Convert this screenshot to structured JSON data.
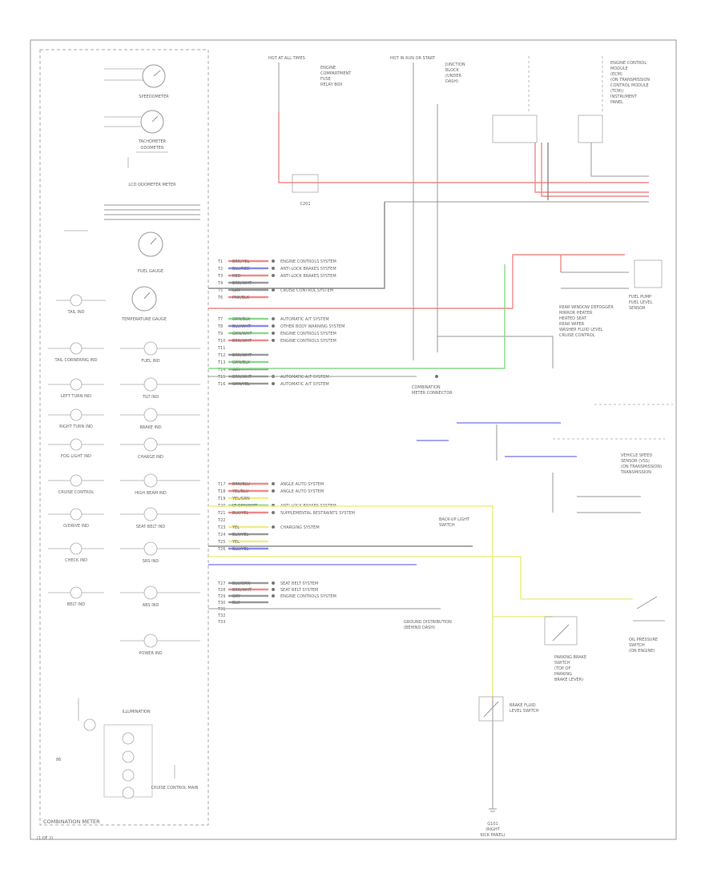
{
  "cluster": {
    "title": "COMBINATION METER",
    "gauges": [
      {
        "id": "speedometer",
        "label": "SPEEDOMETER"
      },
      {
        "id": "tachometer",
        "label": "TACHOMETER"
      },
      {
        "id": "fuel",
        "label": "FUEL GAUGE"
      },
      {
        "id": "temp",
        "label": "TEMPERATURE GAUGE"
      }
    ],
    "odometer_label": "ODOMETER",
    "lcd_label": "LCD ODOMETER METER",
    "indicators_left": [
      "TAIL IND",
      "TAIL CORNERING IND",
      "LEFT TURN IND",
      "RIGHT TURN IND",
      "FOG LIGHT IND",
      "CRUISE CONTROL",
      "O/DRIVE IND",
      "CHECK IND",
      "BELT IND"
    ],
    "indicators_right": [
      "FUEL IND",
      "TILT IND",
      "BRAKE IND",
      "CHARGE IND",
      "HIGH BEAM IND",
      "SEAT BELT IND",
      "SRS IND",
      "ABS IND",
      "POWER IND"
    ],
    "illumination_label": "ILLUMINATION",
    "cruise_main_label": "CRUISE CONTROL MAIN"
  },
  "connectors": {
    "group1": [
      {
        "pin": "T1",
        "wire": "BRN/YEL",
        "dest": "ENGINE CONTROLS SYSTEM",
        "color": "#f08a8a"
      },
      {
        "pin": "T2",
        "wire": "BLU/RED",
        "dest": "ANTI-LOCK BRAKES SYSTEM",
        "color": "#8a8af0"
      },
      {
        "pin": "T3",
        "wire": "RED",
        "dest": "ANTI-LOCK BRAKES SYSTEM",
        "color": "#f08a8a"
      },
      {
        "pin": "T4",
        "wire": "BRN/WHT",
        "dest": "",
        "color": "#999999"
      },
      {
        "pin": "T5",
        "wire": "GRY",
        "dest": "CRUISE CONTROL SYSTEM",
        "color": "#999999"
      },
      {
        "pin": "T6",
        "wire": "PNK/BLK",
        "dest": "",
        "color": "#f08a8a"
      }
    ],
    "group2": [
      {
        "pin": "T7",
        "wire": "GRN/BLK",
        "dest": "AUTOMATIC A/T SYSTEM",
        "color": "#8ad88a"
      },
      {
        "pin": "T8",
        "wire": "BLU/WHT",
        "dest": "OTHER BODY WARNING SYSTEM",
        "color": "#8a8af0"
      },
      {
        "pin": "T9",
        "wire": "GRN/WHT",
        "dest": "ENGINE CONTROLS SYSTEM",
        "color": "#8ad88a"
      },
      {
        "pin": "T10",
        "wire": "BRN/WHT",
        "dest": "ENGINE CONTROLS SYSTEM",
        "color": "#f08a8a"
      },
      {
        "pin": "T11",
        "wire": "",
        "dest": "",
        "color": "#999999"
      },
      {
        "pin": "T12",
        "wire": "BRN/WHT",
        "dest": "",
        "color": "#999999"
      },
      {
        "pin": "T13",
        "wire": "GRN/BLK",
        "dest": "",
        "color": "#8ad88a"
      },
      {
        "pin": "T14",
        "wire": "GRY",
        "dest": "",
        "color": "#999999"
      },
      {
        "pin": "T15",
        "wire": "BRN/WHT",
        "dest": "AUTOMATIC A/T SYSTEM",
        "color": "#999999"
      },
      {
        "pin": "T16",
        "wire": "GRN/YEL",
        "dest": "AUTOMATIC A/T SYSTEM",
        "color": "#999999"
      }
    ],
    "group3": [
      {
        "pin": "T17",
        "wire": "BRN/BLU",
        "dest": "ANGLE AUTO SYSTEM",
        "color": "#f08a8a"
      },
      {
        "pin": "T18",
        "wire": "YEL/BLU",
        "dest": "ANGLE AUTO SYSTEM",
        "color": "#f08a8a"
      },
      {
        "pin": "T19",
        "wire": "YEL/GRN",
        "dest": "",
        "color": "#eeee88"
      },
      {
        "pin": "T20",
        "wire": "LT GRN/WHT",
        "dest": "ANTI-LOCK BRAKES SYSTEM",
        "color": "#8ad88a"
      },
      {
        "pin": "T21",
        "wire": "BLK/YEL",
        "dest": "SUPPLEMENTAL RESTRAINTS SYSTEM",
        "color": "#f08a8a"
      },
      {
        "pin": "T22",
        "wire": "",
        "dest": "",
        "color": "#999999"
      },
      {
        "pin": "T23",
        "wire": "YEL",
        "dest": "CHARGING SYSTEM",
        "color": "#eeee88"
      },
      {
        "pin": "T24",
        "wire": "BLK/YEL",
        "dest": "",
        "color": "#999999"
      },
      {
        "pin": "T25",
        "wire": "YEL",
        "dest": "",
        "color": "#eeee88"
      },
      {
        "pin": "T26",
        "wire": "BLU/YEL",
        "dest": "",
        "color": "#8a8af0"
      }
    ],
    "group4": [
      {
        "pin": "T27",
        "wire": "BLU/GRN",
        "dest": "SEAT BELT SYSTEM",
        "color": "#999999"
      },
      {
        "pin": "T28",
        "wire": "BRN/WHT",
        "dest": "SEAT BELT SYSTEM",
        "color": "#f08a8a"
      },
      {
        "pin": "T29",
        "wire": "GRY",
        "dest": "ENGINE CONTROLS SYSTEM",
        "color": "#999999"
      },
      {
        "pin": "T30",
        "wire": "BLK",
        "dest": "",
        "color": "#999999"
      },
      {
        "pin": "T31",
        "wire": "",
        "dest": "",
        "color": "#999999"
      },
      {
        "pin": "T32",
        "wire": "",
        "dest": "",
        "color": "#999999"
      },
      {
        "pin": "T33",
        "wire": "",
        "dest": "",
        "color": "#999999"
      }
    ]
  },
  "top_labels": {
    "hot_all_times": "HOT AT ALL TIMES",
    "hot_all_times_sub": [
      "ENGINE",
      "COMPARTMENT",
      "FUSE",
      "RELAY BOX"
    ],
    "hot_run": "HOT IN RUN OR START",
    "hot_run_sub": [
      "JUNCTION",
      "BLOCK",
      "(UNDER",
      "DASH)"
    ],
    "right_block": [
      "ENGINE CONTROL",
      "MODULE",
      "(ECM)",
      "(ON TRANSMISSION",
      "CONTROL MODULE",
      "(TCM))",
      "INSTRUMENT",
      "PANEL"
    ]
  },
  "components": {
    "fuel_pump": [
      "FUEL PUMP",
      "FUEL LEVEL",
      "SENSOR"
    ],
    "cluster_connector": [
      "COMBINATION",
      "METER CONNECTOR"
    ],
    "junction_right": [
      "REAR WINDOW DEFOGGER",
      "MIRROR HEATER",
      "HEATED SEAT",
      "REAR WIPER",
      "WASHER FLUID LEVEL",
      "CRUISE CONTROL"
    ],
    "vss": [
      "VEHICLE SPEED",
      "SENSOR (VSS)",
      "(ON TRANSMISSION)",
      "TRANSMISSION"
    ],
    "brake_fluid": [
      "BRAKE FLUID",
      "LEVEL SWITCH"
    ],
    "parking_brake": [
      "PARKING BRAKE",
      "SWITCH",
      "(TOP OF",
      "PARKING",
      "BRAKE LEVER)"
    ],
    "oil_pressure": [
      "OIL PRESSURE",
      "SWITCH",
      "(ON ENGINE)"
    ],
    "ground": [
      "G101",
      "(RIGHT",
      "KICK PANEL)"
    ],
    "backup": [
      "BACK-UP LIGHT",
      "SWITCH"
    ],
    "ground2": [
      "GROUND DISTRIBUTION",
      "(BEHIND DASH)"
    ]
  },
  "footer": "(1 OF 2)"
}
